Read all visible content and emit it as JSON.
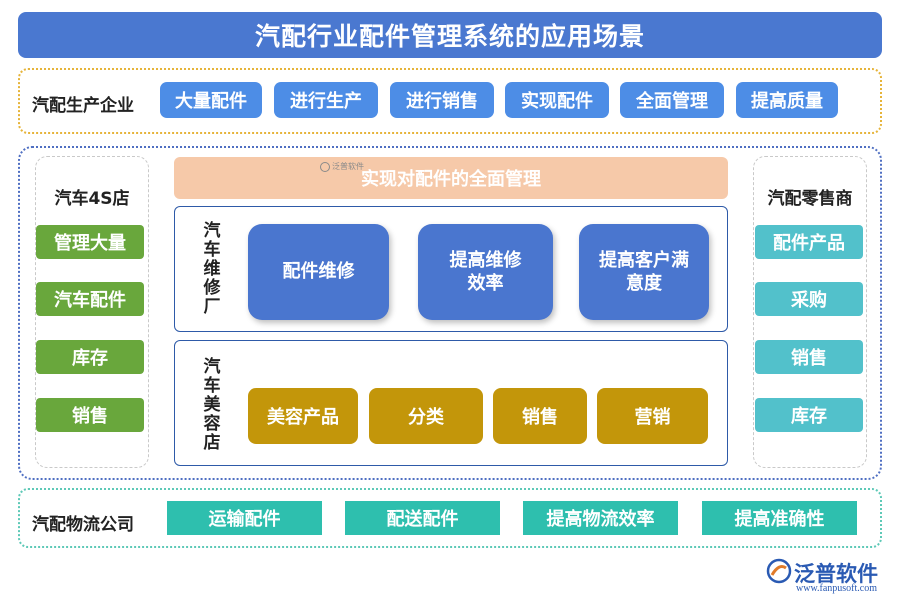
{
  "title": "汽配行业配件管理系统的应用场景",
  "production": {
    "label": "汽配生产企业",
    "items": [
      "大量配件",
      "进行生产",
      "进行销售",
      "实现配件",
      "全面管理",
      "提高质量"
    ]
  },
  "left_column": {
    "label": "汽车4S店",
    "items": [
      "管理大量",
      "汽车配件",
      "库存",
      "销售"
    ]
  },
  "right_column": {
    "label": "汽配零售商",
    "items": [
      "配件产品",
      "采购",
      "销售",
      "库存"
    ]
  },
  "banner": {
    "text": "实现对配件的全面管理",
    "watermark": "泛普软件"
  },
  "repair_shop": {
    "label": "汽车维修厂",
    "cards": [
      "配件维修",
      "提高维修效率",
      "提高客户满意度"
    ]
  },
  "beauty_shop": {
    "label": "汽车美容店",
    "items": [
      "美容产品",
      "分类",
      "销售",
      "营销"
    ]
  },
  "logistics": {
    "label": "汽配物流公司",
    "items": [
      "运输配件",
      "配送配件",
      "提高物流效率",
      "提高准确性"
    ]
  },
  "logo": {
    "name": "泛普软件",
    "url": "www.fanpusoft.com"
  },
  "colors": {
    "title": "#4a78d0",
    "blue_button": "#4d8de6",
    "teal_button": "#2ebfae",
    "green_button": "#69a73c",
    "cyan_button": "#52c1cb",
    "gold_button": "#c3960a",
    "card": "#4a76cf",
    "banner": "#f6c9a9"
  }
}
